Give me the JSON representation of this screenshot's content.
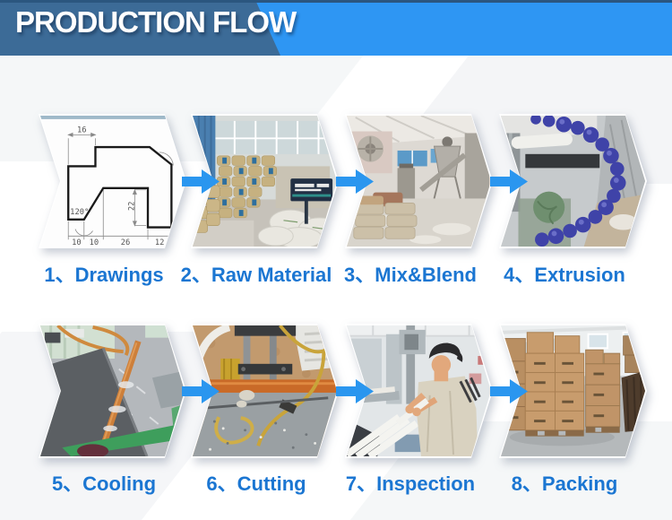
{
  "header": {
    "title": "PRODUCTION FLOW",
    "bar_color": "#3c6b97",
    "accent_color": "#2e96f3",
    "top_edge_color": "#2b567f",
    "text_color": "#ffffff"
  },
  "flow": {
    "arrow_color": "#2a96ef",
    "label_color": "#1b76d2",
    "steps": [
      {
        "label": "1、Drawings",
        "image": "technical-drawing"
      },
      {
        "label": "2、Raw Material",
        "image": "raw-material-warehouse"
      },
      {
        "label": "3、Mix&Blend",
        "image": "mixing-blending-machines"
      },
      {
        "label": "4、Extrusion",
        "image": "extrusion-machine-blue-hose"
      },
      {
        "label": "5、Cooling",
        "image": "cooling-water-tank"
      },
      {
        "label": "6、Cutting",
        "image": "cutting-machine"
      },
      {
        "label": "7、Inspection",
        "image": "worker-inspecting-profiles"
      },
      {
        "label": "8、Packing",
        "image": "carton-boxes-warehouse"
      }
    ],
    "drawing_dims": [
      "16",
      "120°",
      "22",
      "10",
      "10",
      "26",
      "12"
    ]
  }
}
